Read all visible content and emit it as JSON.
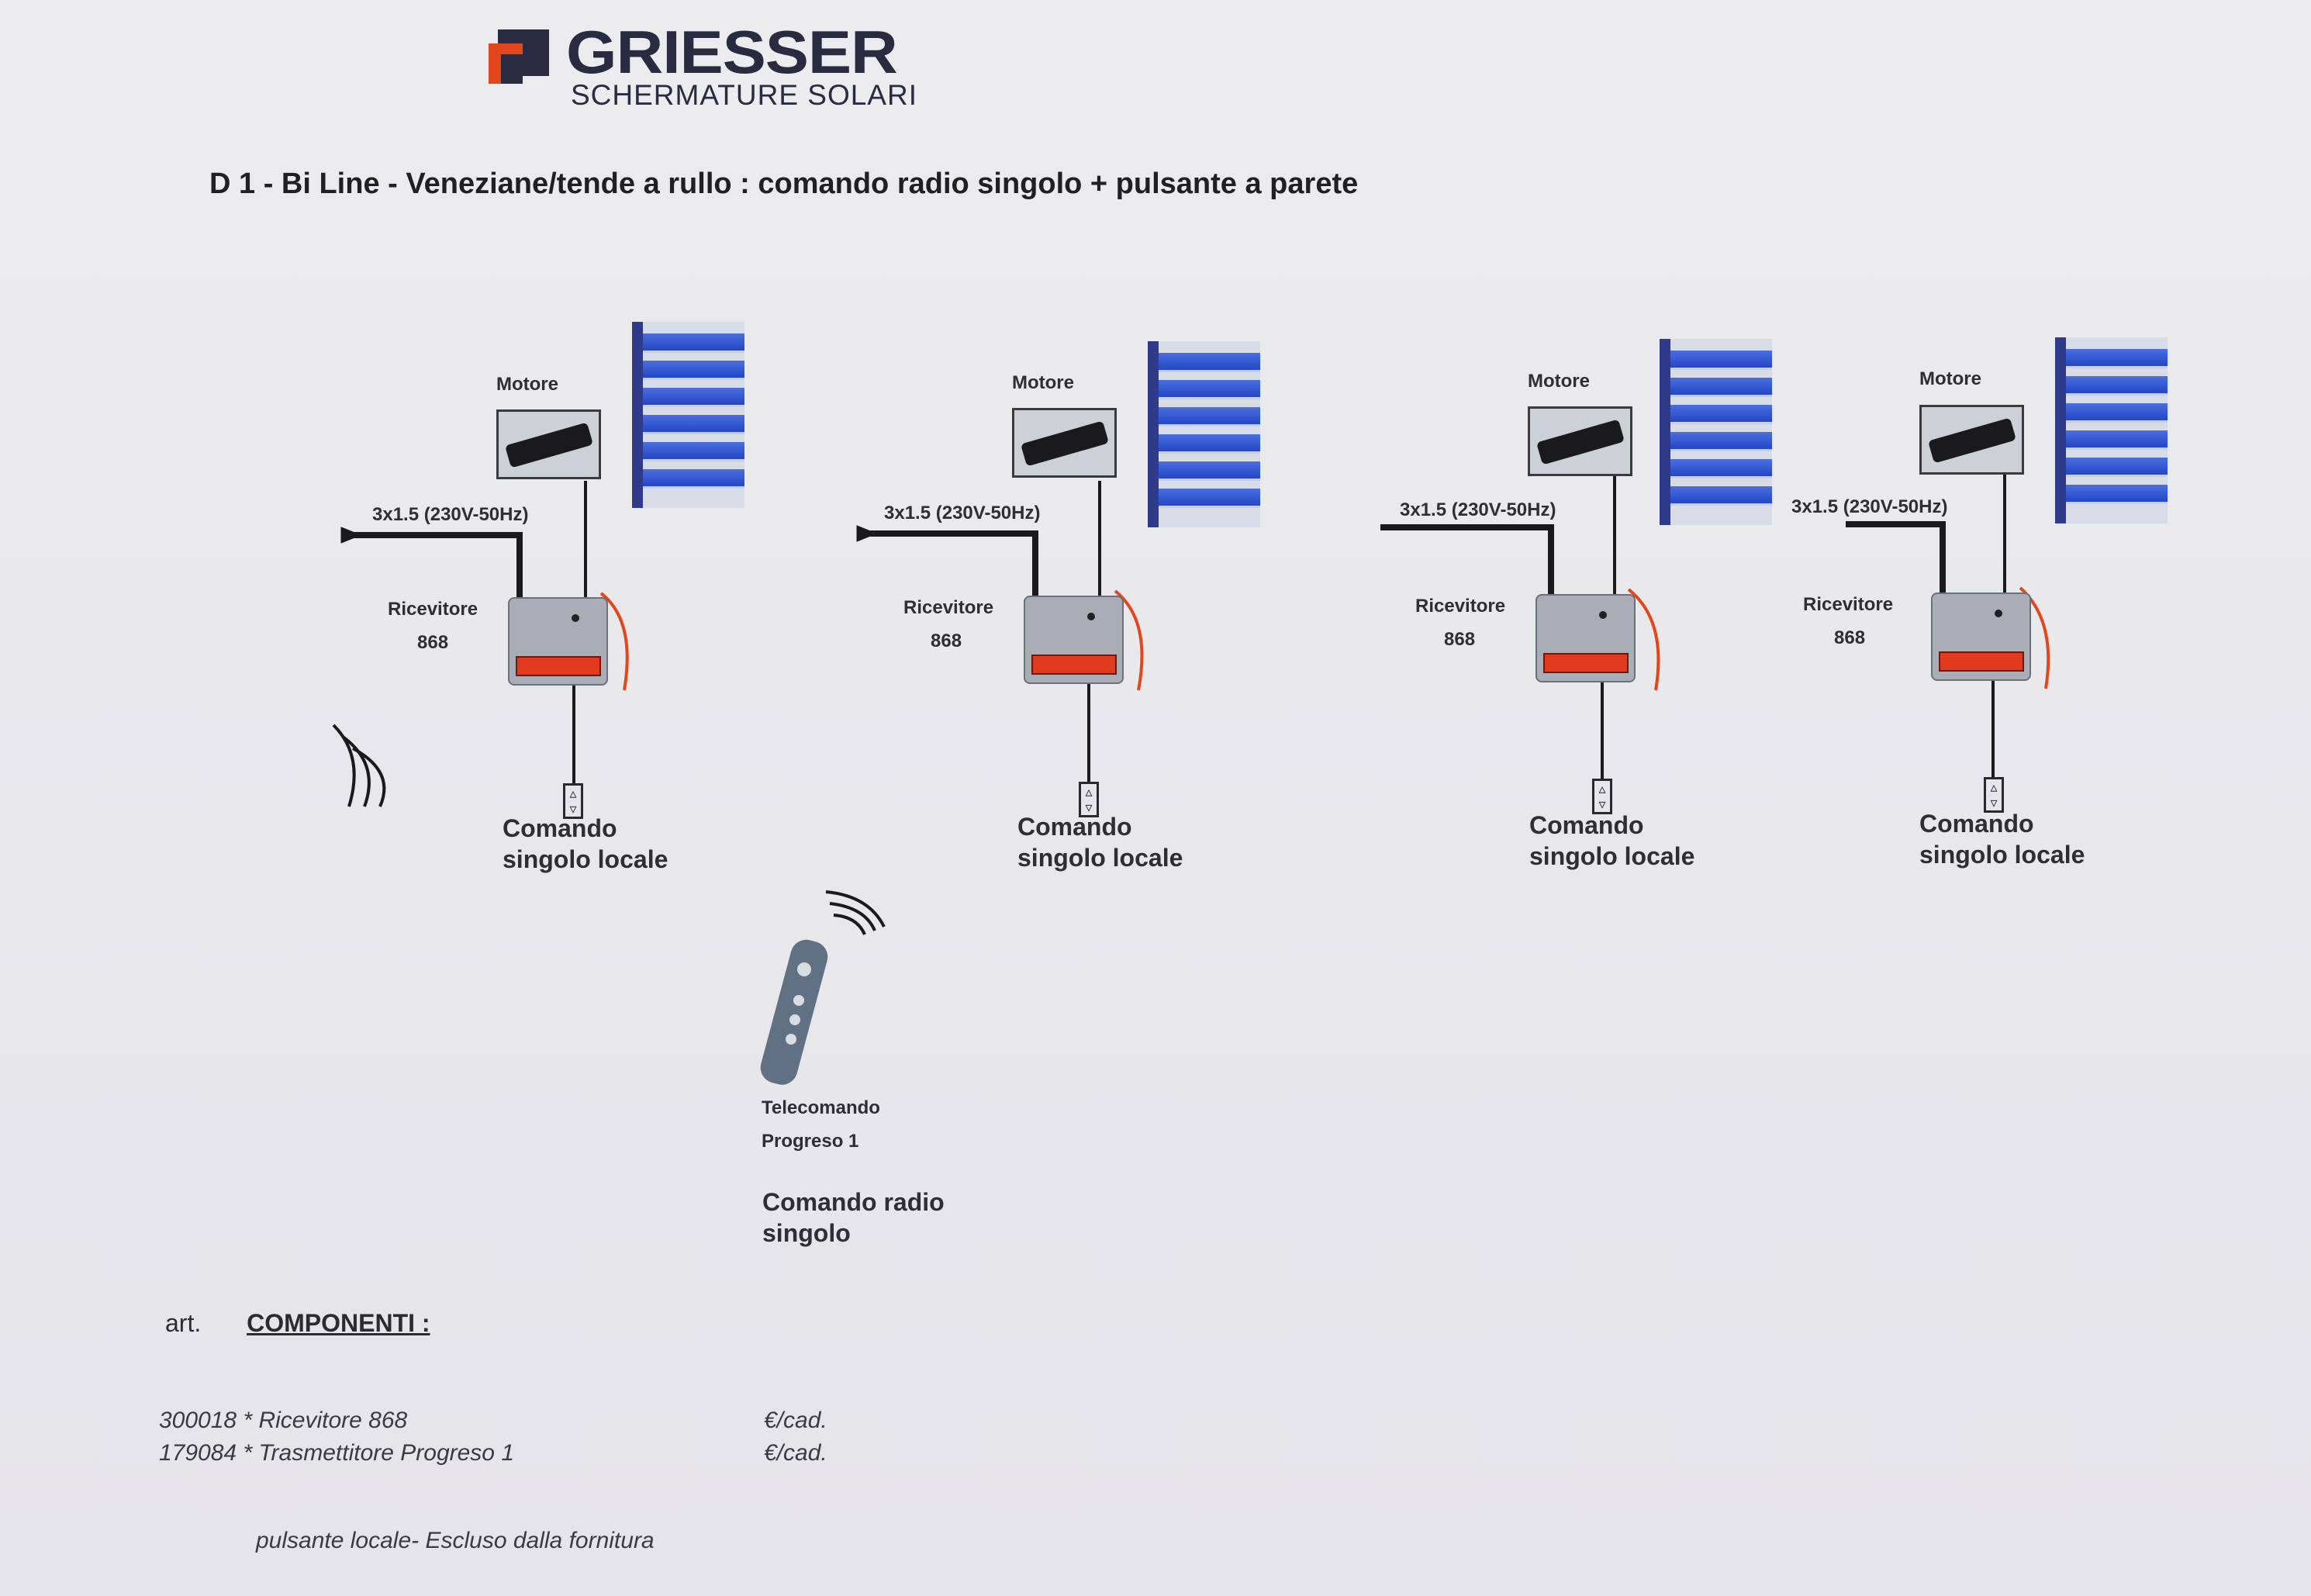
{
  "logo": {
    "name": "GRIESSER",
    "subtitle": "SCHERMATURE SOLARI"
  },
  "title": "D 1 - Bi Line - Veneziane/tende a rullo : comando radio singolo + pulsante a parete",
  "units": [
    {
      "motor_label": "Motore",
      "cable_label": "3x1.5 (230V-50Hz)",
      "receiver_label": "Ricevitore",
      "receiver_model": "868",
      "command_label_1": "Comando",
      "command_label_2": "singolo locale"
    },
    {
      "motor_label": "Motore",
      "cable_label": "3x1.5 (230V-50Hz)",
      "receiver_label": "Ricevitore",
      "receiver_model": "868",
      "command_label_1": "Comando",
      "command_label_2": "singolo locale"
    },
    {
      "motor_label": "Motore",
      "cable_label": "3x1.5 (230V-50Hz)",
      "receiver_label": "Ricevitore",
      "receiver_model": "868",
      "command_label_1": "Comando",
      "command_label_2": "singolo locale"
    },
    {
      "motor_label": "Motore",
      "cable_label": "3x1.5 (230V-50Hz)",
      "receiver_label": "Ricevitore",
      "receiver_model": "868",
      "command_label_1": "Comando",
      "command_label_2": "singolo locale"
    }
  ],
  "remote": {
    "label_1": "Telecomando",
    "label_2": "Progreso 1",
    "command_1": "Comando radio",
    "command_2": "singolo"
  },
  "components": {
    "art_label": "art.",
    "heading": "COMPONENTI :",
    "rows": [
      {
        "item": "300018 * Ricevitore  868",
        "price": "€/cad."
      },
      {
        "item": "179084 * Trasmettitore Progreso 1",
        "price": "€/cad."
      }
    ],
    "note": "pulsante locale- Escluso dalla fornitura"
  },
  "colors": {
    "slat": "#2346c4",
    "receiver_strip": "#e23a1d",
    "logo_accent": "#e2461d"
  },
  "icons": [
    "radio-waves-icon",
    "up-down-switch-icon",
    "remote-control-icon"
  ]
}
